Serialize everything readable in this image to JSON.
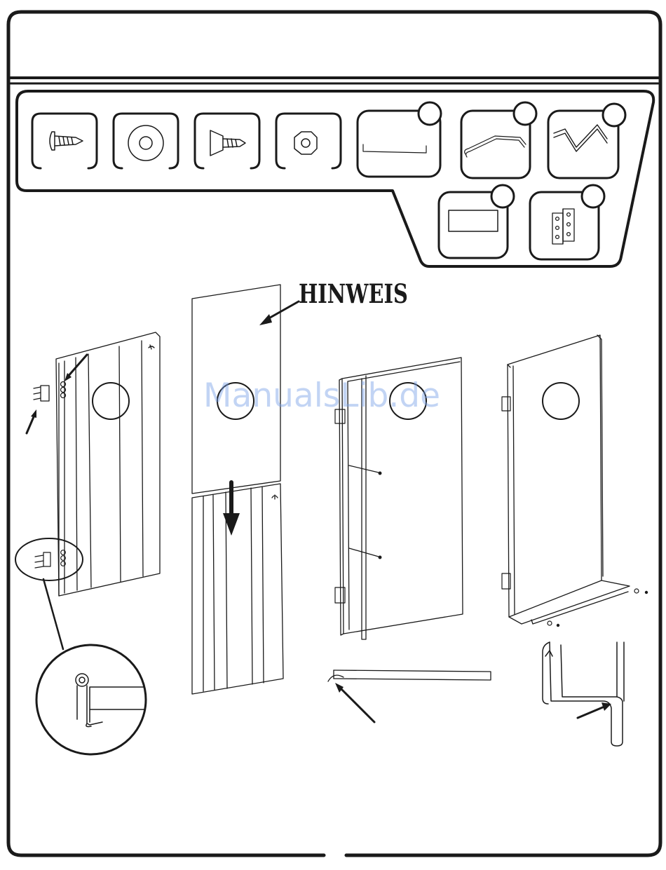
{
  "notice": {
    "label": "HINWEIS"
  },
  "watermark": {
    "text": "ManualsLib.de"
  },
  "parts": [
    {
      "name": "truss-head-screw",
      "icon": "truss-screw-icon"
    },
    {
      "name": "flat-washer",
      "icon": "washer-icon"
    },
    {
      "name": "flat-head-screw",
      "icon": "flat-screw-icon"
    },
    {
      "name": "hex-nut",
      "icon": "hex-nut-icon"
    },
    {
      "name": "door-handle-rod",
      "icon": "rod-icon"
    },
    {
      "name": "bent-wire-bracket",
      "icon": "wire-bracket-icon"
    },
    {
      "name": "zigzag-spring",
      "icon": "zigzag-spring-icon"
    },
    {
      "name": "rectangular-plate",
      "icon": "plate-icon"
    },
    {
      "name": "hinge",
      "icon": "hinge-icon"
    }
  ],
  "colors": {
    "line": "#1a1a1a",
    "watermark": "#78a0e6"
  }
}
